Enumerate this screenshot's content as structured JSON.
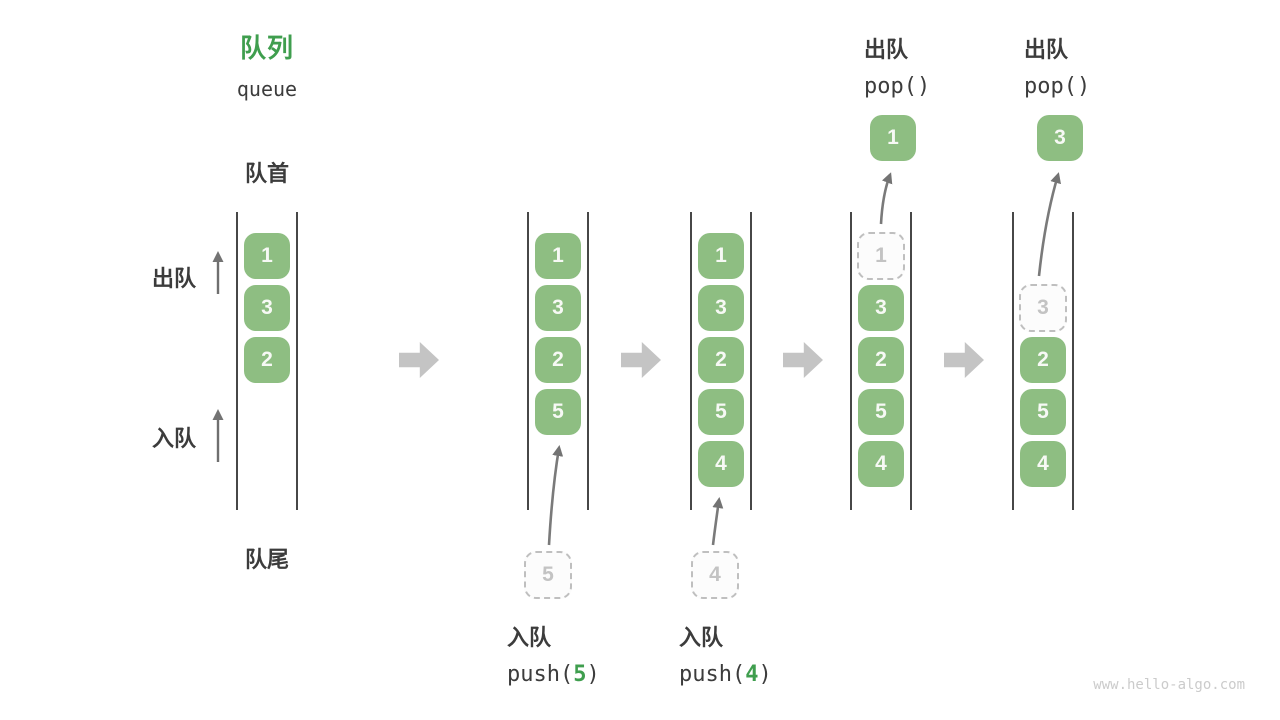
{
  "header": {
    "title_zh": "队列",
    "title_en": "queue"
  },
  "side_labels": {
    "front": "队首",
    "rear": "队尾",
    "dequeue": "出队",
    "enqueue": "入队"
  },
  "queues": [
    {
      "cells": [
        "1",
        "3",
        "2"
      ]
    },
    {
      "cells": [
        "1",
        "3",
        "2",
        "5"
      ]
    },
    {
      "cells": [
        "1",
        "3",
        "2",
        "5",
        "4"
      ]
    },
    {
      "cells": [
        "1",
        "3",
        "2",
        "5",
        "4"
      ],
      "ghost_index": 0
    },
    {
      "cells": [
        "3",
        "2",
        "5",
        "4"
      ],
      "ghost_index": 0
    }
  ],
  "pop_ops": [
    {
      "label": "出队",
      "code": "pop()",
      "value": "1"
    },
    {
      "label": "出队",
      "code": "pop()",
      "value": "3"
    }
  ],
  "push_ops": [
    {
      "label": "入队",
      "code_prefix": "push(",
      "arg": "5",
      "code_suffix": ")"
    },
    {
      "label": "入队",
      "code_prefix": "push(",
      "arg": "4",
      "code_suffix": ")"
    }
  ],
  "watermark": "www.hello-algo.com",
  "colors": {
    "green_box": "#8ebe82",
    "green_accent": "#3f9e4e",
    "gray_arrow": "#c4c4c4",
    "dark_text": "#3c3c3c",
    "dashed_border": "#bfbfbf",
    "dashed_text": "#c3c3c3",
    "line": "#474747",
    "curve_arrow": "#7a7a7a",
    "side_arrow": "#6f6f6f",
    "watermark": "#cbcbcb"
  }
}
